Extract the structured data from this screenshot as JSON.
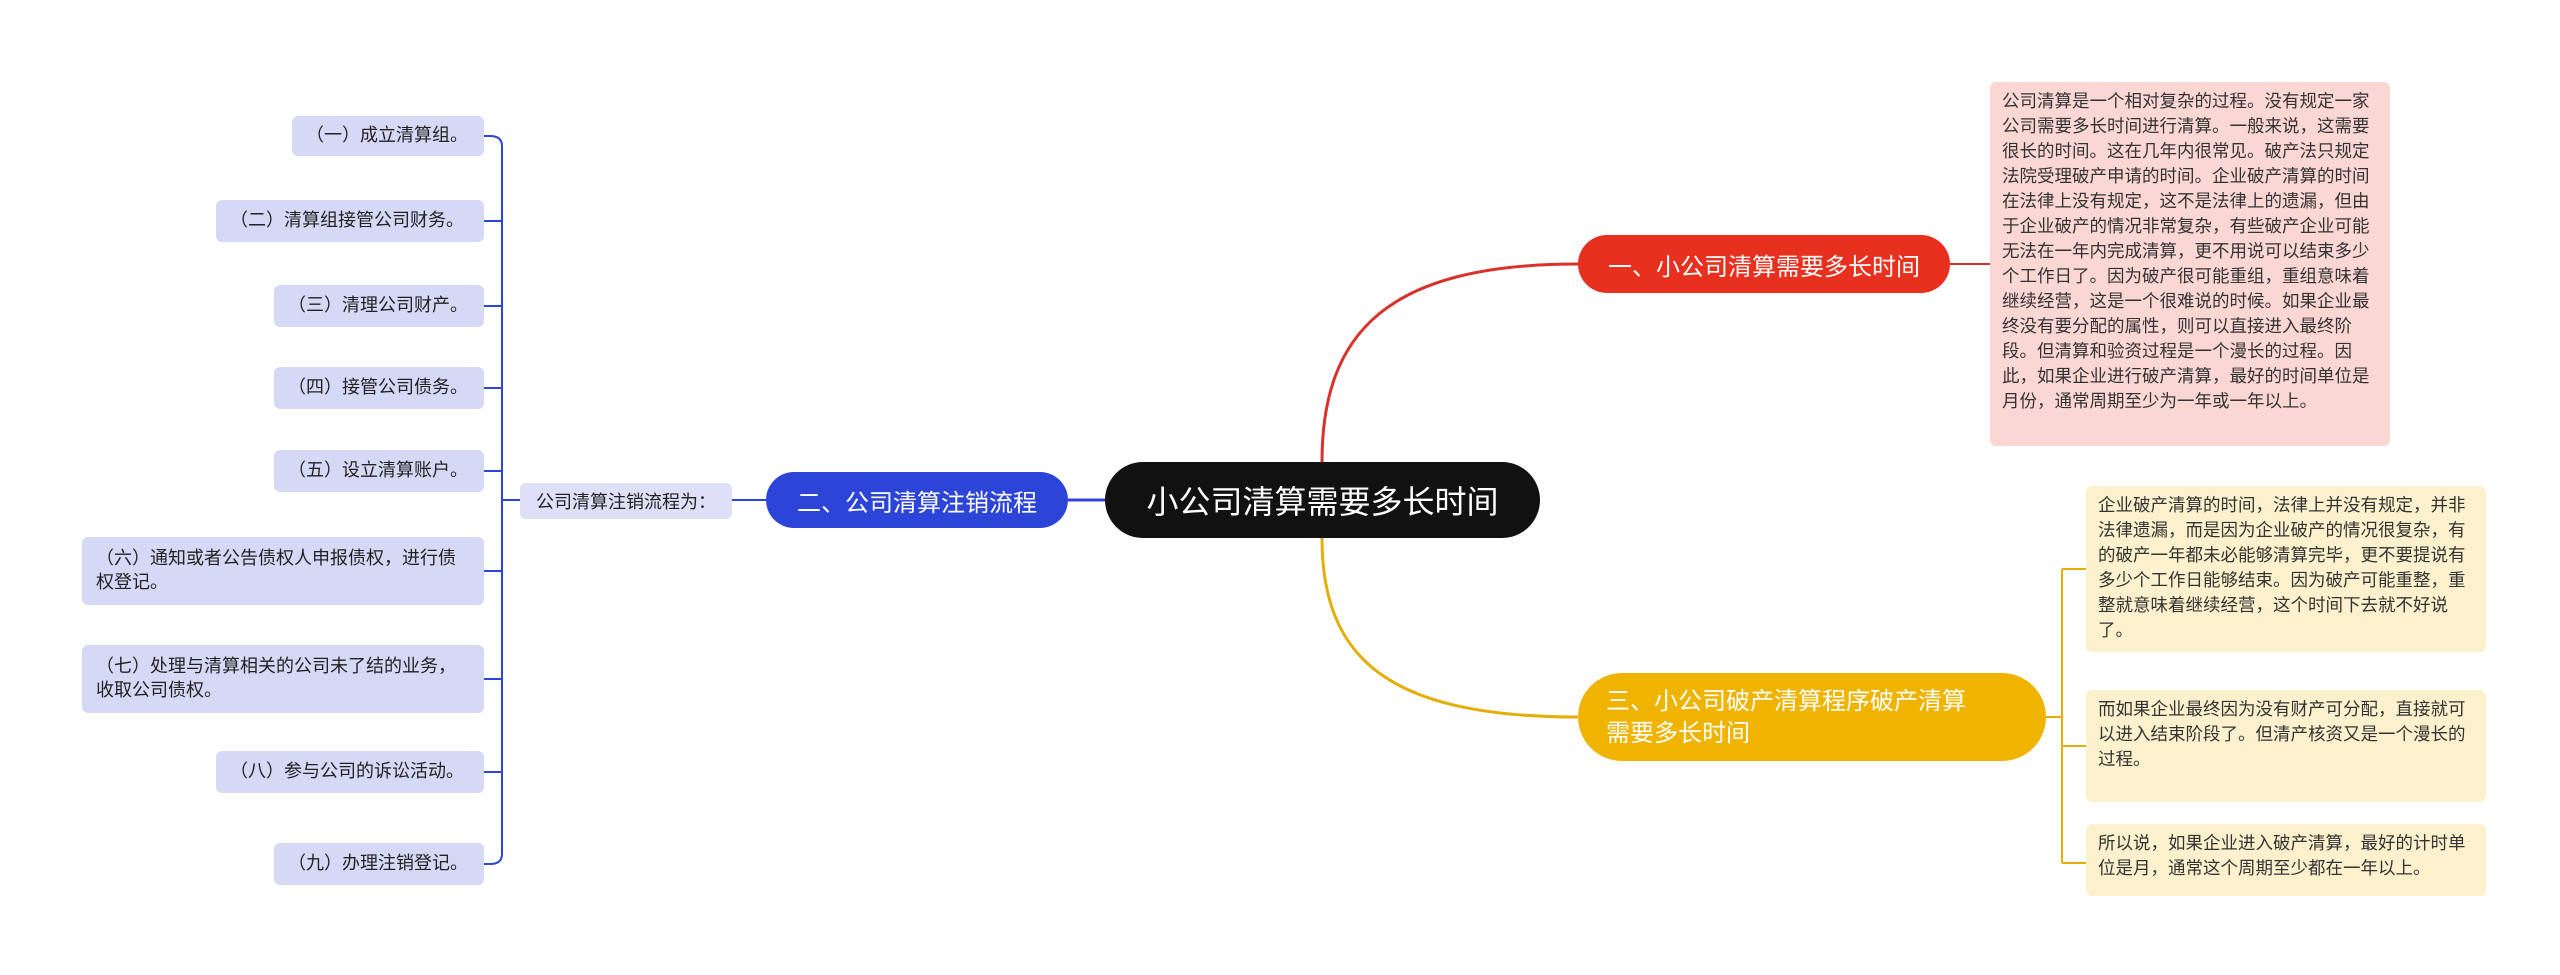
{
  "root": {
    "title": "小公司清算需要多长时间"
  },
  "branches": {
    "one": {
      "label": "一、小公司清算需要多长时间",
      "color": "#e8301e"
    },
    "two": {
      "label": "二、公司清算注销流程",
      "color": "#2c44d8"
    },
    "three": {
      "label": "三、小公司破产清算程序破产清算\n需要多长时间",
      "color": "#f0b400"
    }
  },
  "branch_one": {
    "detail": "公司清算是一个相对复杂的过程。没有规定一家公司需要多长时间进行清算。一般来说，这需要很长的时间。这在几年内很常见。破产法只规定法院受理破产申请的时间。企业破产清算的时间在法律上没有规定，这不是法律上的遗漏，但由于企业破产的情况非常复杂，有些破产企业可能无法在一年内完成清算，更不用说可以结束多少个工作日了。因为破产很可能重组，重组意味着继续经营，这是一个很难说的时候。如果企业最终没有要分配的属性，则可以直接进入最终阶段。但清算和验资过程是一个漫长的过程。因此，如果企业进行破产清算，最好的时间单位是月份，通常周期至少为一年或一年以上。"
  },
  "branch_two": {
    "sub_label": "公司清算注销流程为：",
    "steps": [
      "（一）成立清算组。",
      "（二）清算组接管公司财务。",
      "（三）清理公司财产。",
      "（四）接管公司债务。",
      "（五）设立清算账户。",
      "（六）通知或者公告债权人申报债权，进行债权登记。",
      "（七）处理与清算相关的公司未了结的业务，收取公司债权。",
      "（八）参与公司的诉讼活动。",
      "（九）办理注销登记。"
    ]
  },
  "branch_three": {
    "details": [
      "企业破产清算的时间，法律上并没有规定，并非法律遗漏，而是因为企业破产的情况很复杂，有的破产一年都未必能够清算完毕，更不要提说有多少个工作日能够结束。因为破产可能重整，重整就意味着继续经营，这个时间下去就不好说了。",
      "而如果企业最终因为没有财产可分配，直接就可以进入结束阶段了。但清产核资又是一个漫长的过程。",
      "所以说，如果企业进入破产清算，最好的计时单位是月，通常这个周期至少都在一年以上。"
    ]
  }
}
